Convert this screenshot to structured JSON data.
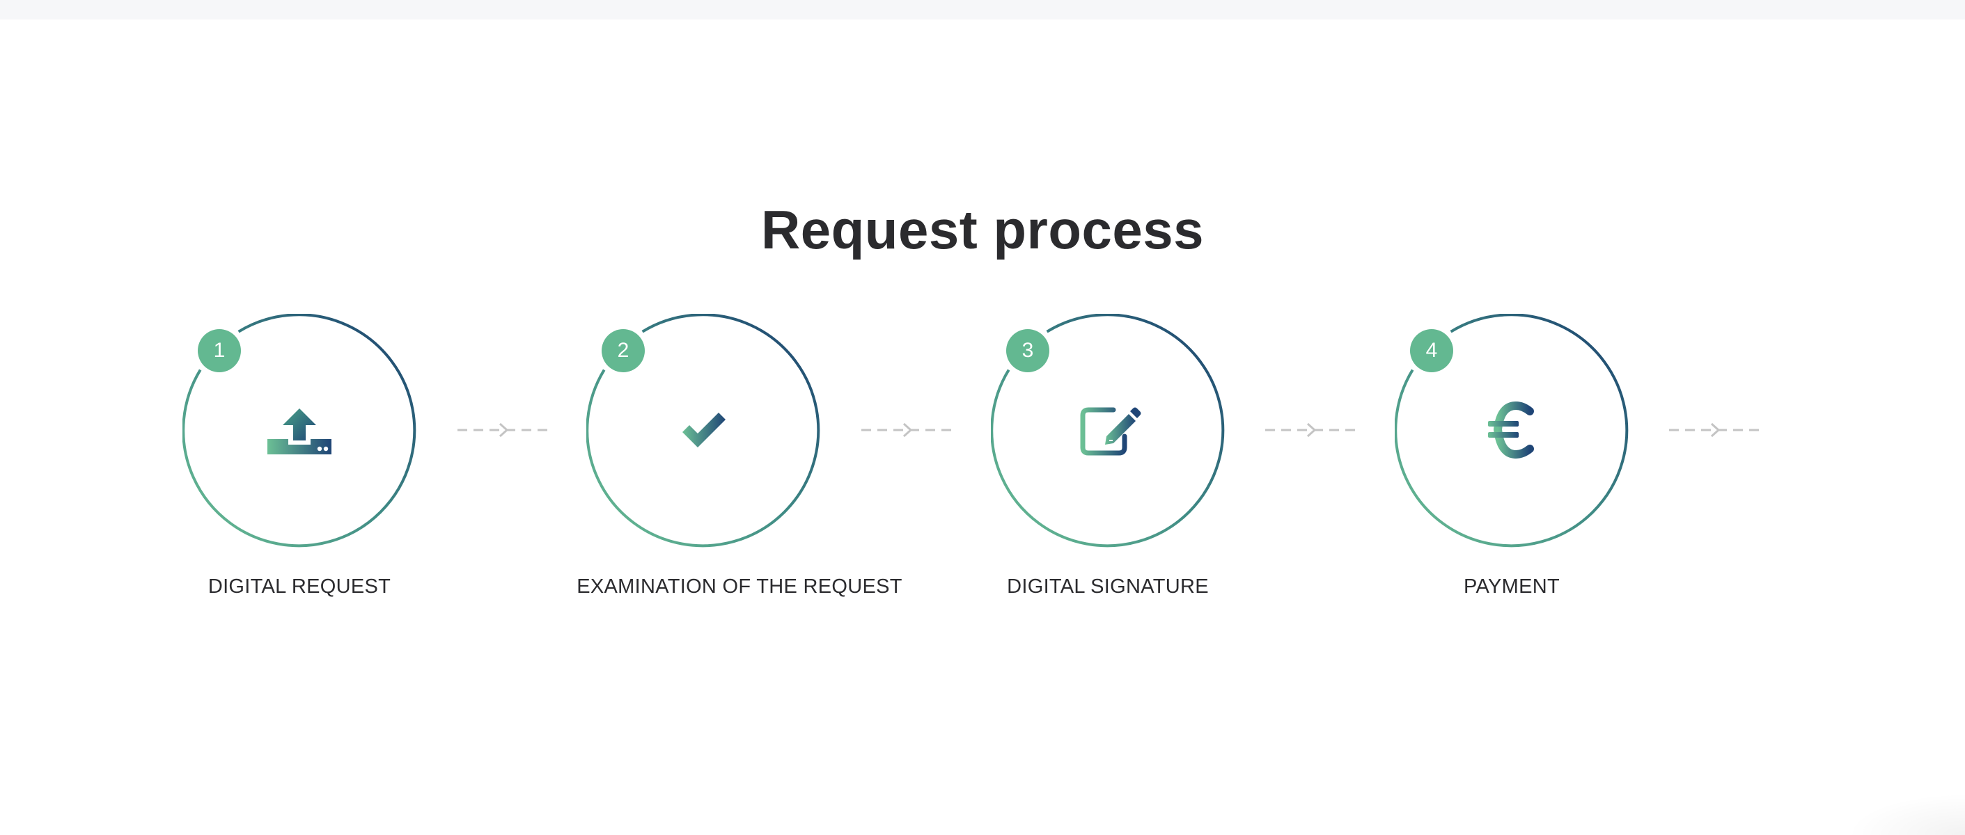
{
  "header": {
    "title": "Request process"
  },
  "steps": [
    {
      "number": "1",
      "label": "DIGITAL REQUEST",
      "icon": "upload-tray-icon"
    },
    {
      "number": "2",
      "label": "EXAMINATION OF THE REQUEST",
      "icon": "checkmark-icon"
    },
    {
      "number": "3",
      "label": "DIGITAL SIGNATURE",
      "icon": "edit-signature-icon"
    },
    {
      "number": "4",
      "label": "PAYMENT",
      "icon": "euro-icon"
    }
  ],
  "colors": {
    "accent_green": "#63b891",
    "accent_navy": "#1c3f6e",
    "title_text": "#2b2b2e",
    "connector_gray": "#c4c4c4"
  }
}
